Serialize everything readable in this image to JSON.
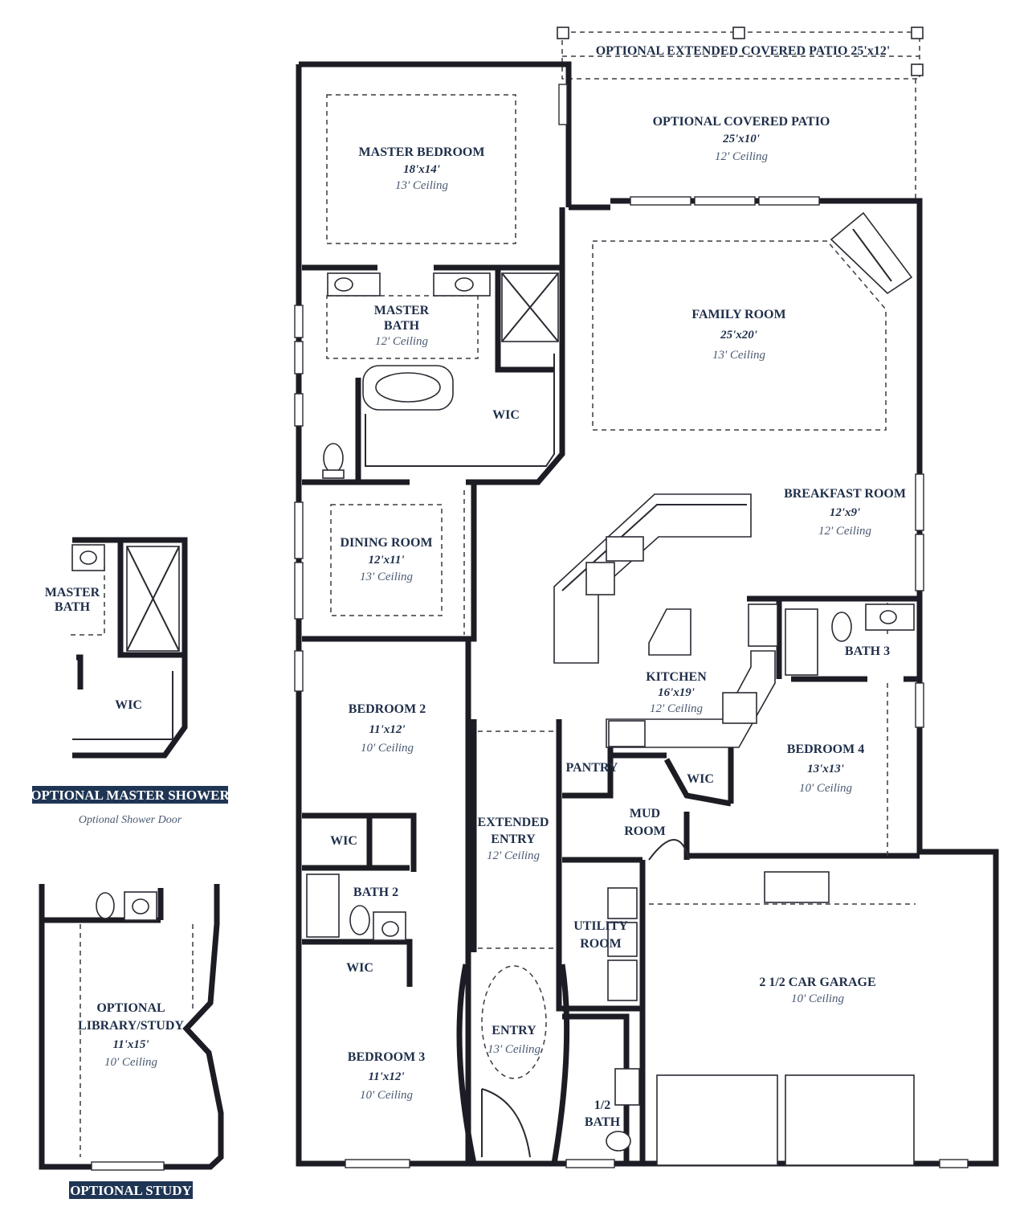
{
  "plan": {
    "rooms": {
      "ext_patio": {
        "name": "OPTIONAL EXTENDED COVERED PATIO  25'x12'"
      },
      "patio": {
        "name": "OPTIONAL COVERED PATIO",
        "dims": "25'x10'",
        "ceiling": "12' Ceiling"
      },
      "master_bedroom": {
        "name": "MASTER BEDROOM",
        "dims": "18'x14'",
        "ceiling": "13' Ceiling"
      },
      "master_bath": {
        "name1": "MASTER",
        "name2": "BATH",
        "ceiling": "12' Ceiling"
      },
      "wic_master": {
        "name": "WIC"
      },
      "family_room": {
        "name": "FAMILY ROOM",
        "dims": "25'x20'",
        "ceiling": "13' Ceiling"
      },
      "breakfast_room": {
        "name": "BREAKFAST ROOM",
        "dims": "12'x9'",
        "ceiling": "12' Ceiling"
      },
      "dining_room": {
        "name": "DINING ROOM",
        "dims": "12'x11'",
        "ceiling": "13' Ceiling"
      },
      "kitchen": {
        "name": "KITCHEN",
        "dims": "16'x19'",
        "ceiling": "12' Ceiling"
      },
      "bath3": {
        "name": "BATH 3"
      },
      "bedroom2": {
        "name": "BEDROOM 2",
        "dims": "11'x12'",
        "ceiling": "10' Ceiling"
      },
      "bedroom4": {
        "name": "BEDROOM 4",
        "dims": "13'x13'",
        "ceiling": "10' Ceiling"
      },
      "pantry": {
        "name": "PANTRY"
      },
      "wic_b4": {
        "name": "WIC"
      },
      "mud_room": {
        "name1": "MUD",
        "name2": "ROOM"
      },
      "extended_entry": {
        "name1": "EXTENDED",
        "name2": "ENTRY",
        "ceiling": "12' Ceiling"
      },
      "wic_b2": {
        "name": "WIC"
      },
      "bath2": {
        "name": "BATH 2"
      },
      "wic_b3": {
        "name": "WIC"
      },
      "utility_room": {
        "name1": "UTILITY",
        "name2": "ROOM"
      },
      "garage": {
        "name": "2 1/2 CAR GARAGE",
        "ceiling": "10' Ceiling"
      },
      "entry": {
        "name": "ENTRY",
        "ceiling": "13' Ceiling"
      },
      "bedroom3": {
        "name": "BEDROOM 3",
        "dims": "11'x12'",
        "ceiling": "10' Ceiling"
      },
      "half_bath": {
        "name1": "1/2",
        "name2": "BATH"
      }
    }
  },
  "options": {
    "shower": {
      "banner": "OPTIONAL MASTER SHOWER",
      "caption": "Optional Shower Door",
      "master_bath1": "MASTER",
      "master_bath2": "BATH",
      "wic": "WIC"
    },
    "study": {
      "banner": "OPTIONAL STUDY",
      "name1": "OPTIONAL",
      "name2": "LIBRARY/STUDY",
      "dims": "11'x15'",
      "ceiling": "10' Ceiling"
    }
  }
}
